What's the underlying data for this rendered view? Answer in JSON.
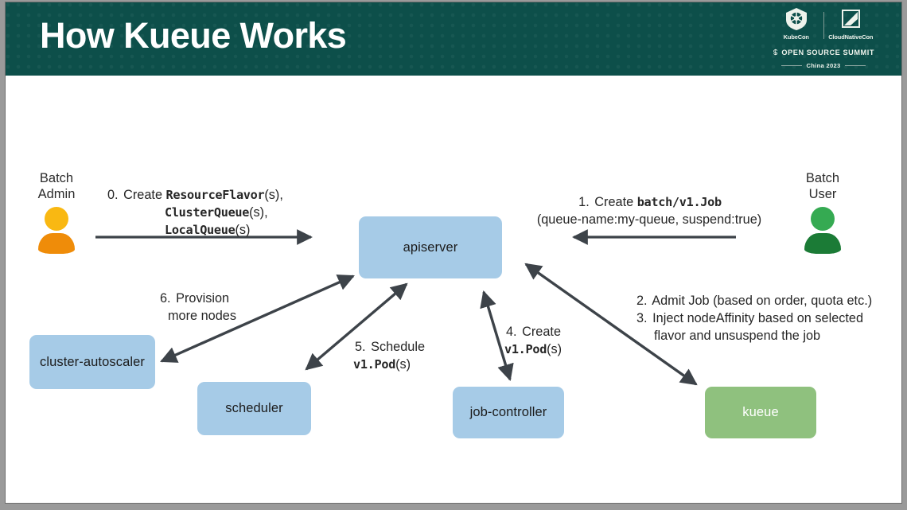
{
  "slide": {
    "title": "How Kueue Works",
    "header_color": "#0d4f4a",
    "logo": {
      "kubecon_label": "KubeCon",
      "cloudnativecon_label": "CloudNativeCon",
      "summit_label": "OPEN SOURCE SUMMIT",
      "year_label": "China 2023"
    }
  },
  "actors": [
    {
      "id": "batch-admin",
      "line1": "Batch",
      "line2": "Admin",
      "head_color": "#f9b812",
      "body_color": "#ef8c09"
    },
    {
      "id": "batch-user",
      "line1": "Batch",
      "line2": "User",
      "head_color": "#35aa52",
      "body_color": "#1b7b36"
    }
  ],
  "nodes": [
    {
      "id": "apiserver",
      "label": "apiserver",
      "color": "#a6cbe7",
      "text_color": "#1c1c1c"
    },
    {
      "id": "cluster-autoscaler",
      "label": "cluster-autoscaler",
      "color": "#a6cbe7",
      "text_color": "#1c1c1c"
    },
    {
      "id": "scheduler",
      "label": "scheduler",
      "color": "#a6cbe7",
      "text_color": "#1c1c1c"
    },
    {
      "id": "job-controller",
      "label": "job-controller",
      "color": "#a6cbe7",
      "text_color": "#1c1c1c"
    },
    {
      "id": "kueue",
      "label": "kueue",
      "color": "#8fc17e",
      "text_color": "#ffffff"
    }
  ],
  "steps": {
    "s0": {
      "num": "0.",
      "verb": "Create",
      "l1_code": "ResourceFlavor",
      "l1_tail": "(s),",
      "l2_code": "ClusterQueue",
      "l2_tail": "(s),",
      "l3_code": "LocalQueue",
      "l3_tail": "(s)"
    },
    "s1": {
      "num": "1.",
      "verb": "Create",
      "code": "batch/v1.Job",
      "detail": "(queue-name:my-queue, suspend:true)"
    },
    "s2": {
      "num": "2.",
      "text": "Admit Job (based on order, quota etc.)"
    },
    "s3": {
      "num": "3.",
      "line1": "Inject nodeAffinity based on selected",
      "line2": "flavor and unsuspend the job"
    },
    "s4": {
      "num": "4.",
      "verb": "Create",
      "code": "v1.Pod",
      "tail": "(s)"
    },
    "s5": {
      "num": "5.",
      "verb": "Schedule",
      "code": "v1.Pod",
      "tail": "(s)"
    },
    "s6": {
      "num": "6.",
      "line1": "Provision",
      "line2": "more nodes"
    }
  }
}
